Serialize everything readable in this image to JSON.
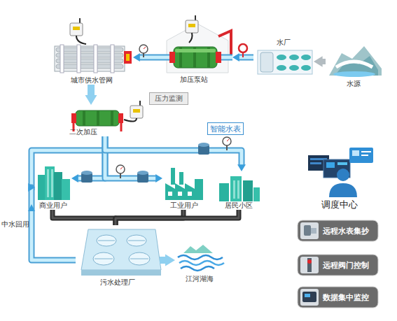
{
  "diagram": {
    "nodes": [
      {
        "text": [
          "城市供水管网"
        ]
      },
      {
        "text": [
          "加压泵站"
        ]
      },
      {
        "text": [
          "水厂"
        ]
      },
      {
        "text": [
          "水源"
        ]
      },
      {
        "text": [
          "压力监测"
        ]
      },
      {
        "text": [
          "二次加压"
        ]
      },
      {
        "text": [
          "智能水表"
        ]
      },
      {
        "text": [
          "商业用户"
        ]
      },
      {
        "text": [
          "工业用户"
        ]
      },
      {
        "text": [
          "居民小区"
        ]
      },
      {
        "text": [
          "调度中心"
        ]
      },
      {
        "text": [
          "污水处理厂"
        ]
      },
      {
        "text": [
          "江河湖海"
        ]
      },
      {
        "text": [
          "远程水表集抄"
        ]
      },
      {
        "text": [
          "远程阀门控制"
        ]
      },
      {
        "text": [
          "数据集中监控"
        ]
      }
    ],
    "edges": [
      {
        "from": 3,
        "to": 2,
        "arrow": "to"
      },
      {
        "from": 2,
        "to": 1,
        "arrow": "to"
      },
      {
        "from": 1,
        "to": 0,
        "arrow": "to"
      },
      {
        "from": 0,
        "to": 5,
        "arrow": "to"
      },
      {
        "from": 5,
        "to": 7,
        "arrow": "to"
      },
      {
        "from": 5,
        "to": 8,
        "arrow": "to"
      },
      {
        "from": 5,
        "to": 9,
        "arrow": "to"
      },
      {
        "from": 7,
        "to": 11,
        "arrow": "none"
      },
      {
        "from": 8,
        "to": 11,
        "arrow": "none"
      },
      {
        "from": 9,
        "to": 11,
        "arrow": "none"
      },
      {
        "from": 11,
        "to": 12,
        "arrow": "to"
      },
      {
        "from": 11,
        "to": 7,
        "label": "中水回用",
        "arrow": "to"
      }
    ]
  }
}
